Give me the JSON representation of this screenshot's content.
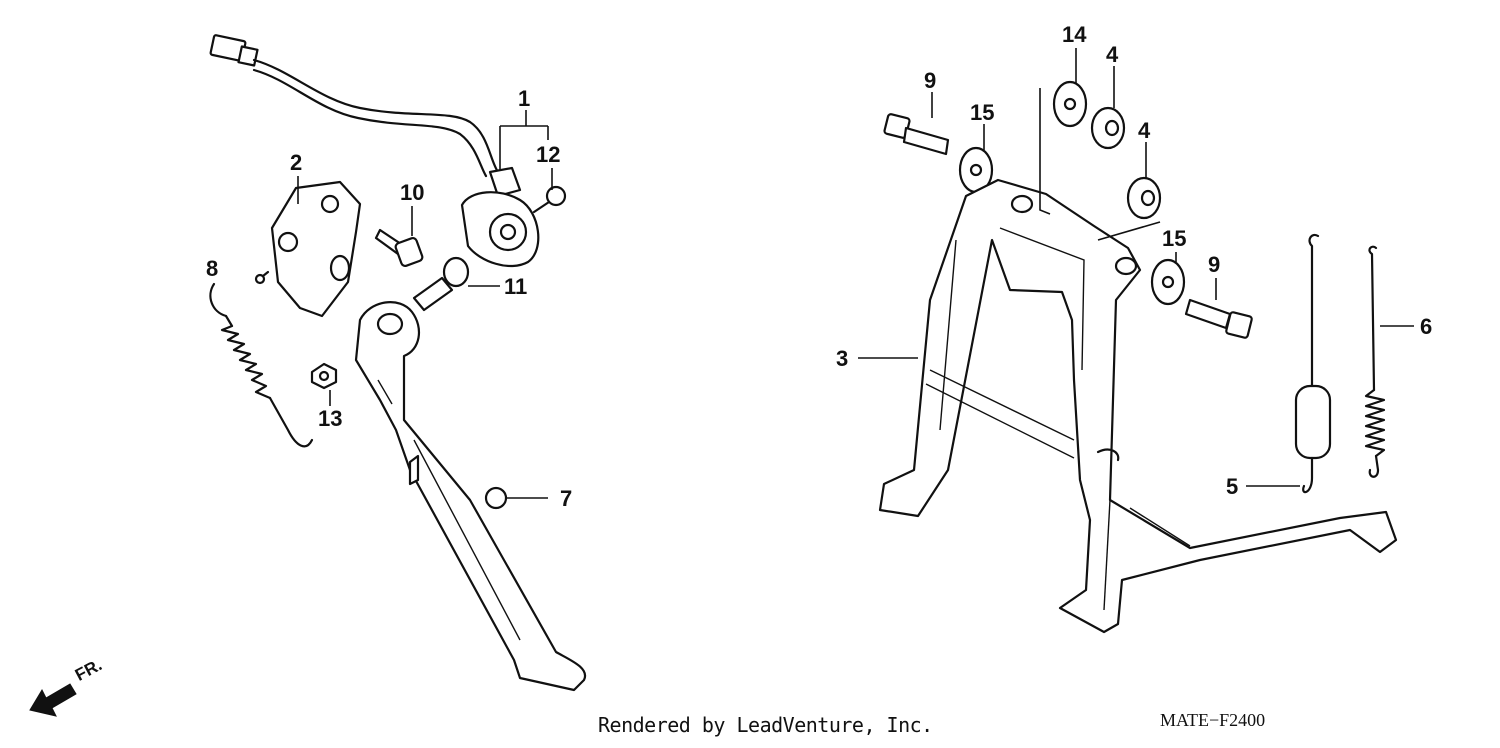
{
  "callouts": {
    "c1": "1",
    "c2": "2",
    "c3": "3",
    "c4a": "4",
    "c4b": "4",
    "c5": "5",
    "c6": "6",
    "c7": "7",
    "c8": "8",
    "c9a": "9",
    "c9b": "9",
    "c10": "10",
    "c11": "11",
    "c12": "12",
    "c13": "13",
    "c14": "14",
    "c15a": "15",
    "c15b": "15"
  },
  "front_indicator": "FR.",
  "footer_credit": "Rendered by LeadVenture, Inc.",
  "diagram_code": "MATE−F2400"
}
